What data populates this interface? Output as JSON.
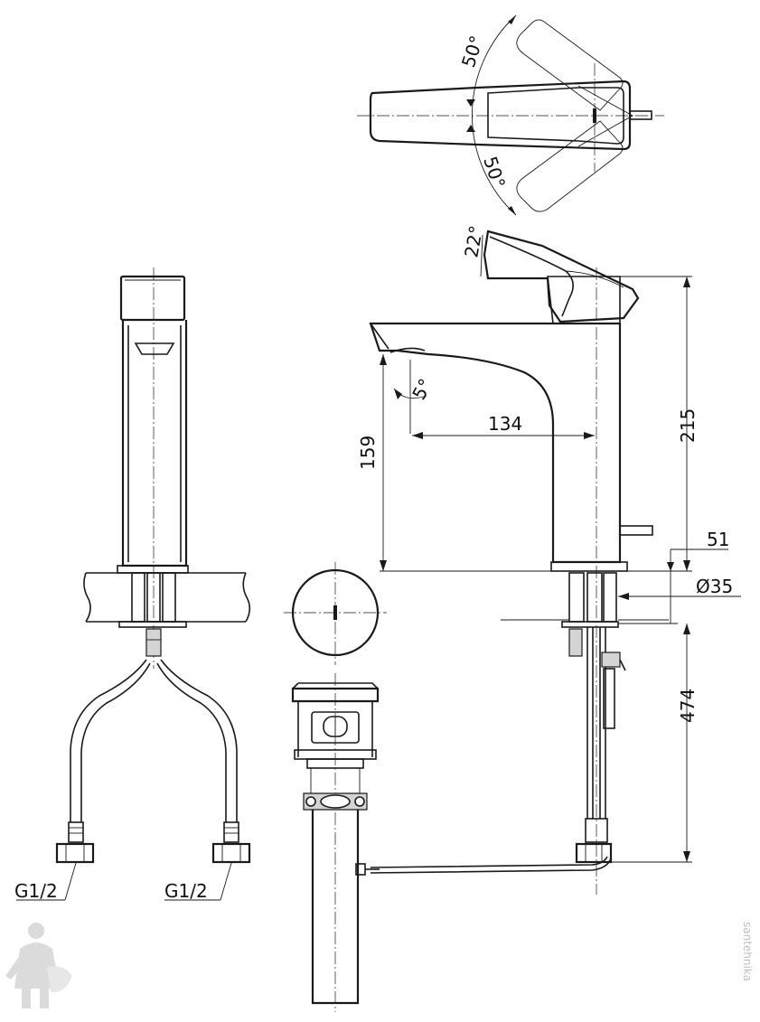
{
  "dimensions": {
    "angle_rotate_top": "50°",
    "angle_rotate_bottom": "50°",
    "angle_lever_tilt": "22°",
    "angle_spout": "5°",
    "spout_reach": "134",
    "spout_height": "159",
    "total_height": "215",
    "handle_offset": "51",
    "hole_diameter": "Ø35",
    "hose_length": "474"
  },
  "connections": {
    "left_hose_thread": "G1/2",
    "right_hose_thread": "G1/2"
  },
  "watermark": {
    "text": "santehnika"
  },
  "logo": {
    "icon": "plumber-mascot-icon"
  }
}
